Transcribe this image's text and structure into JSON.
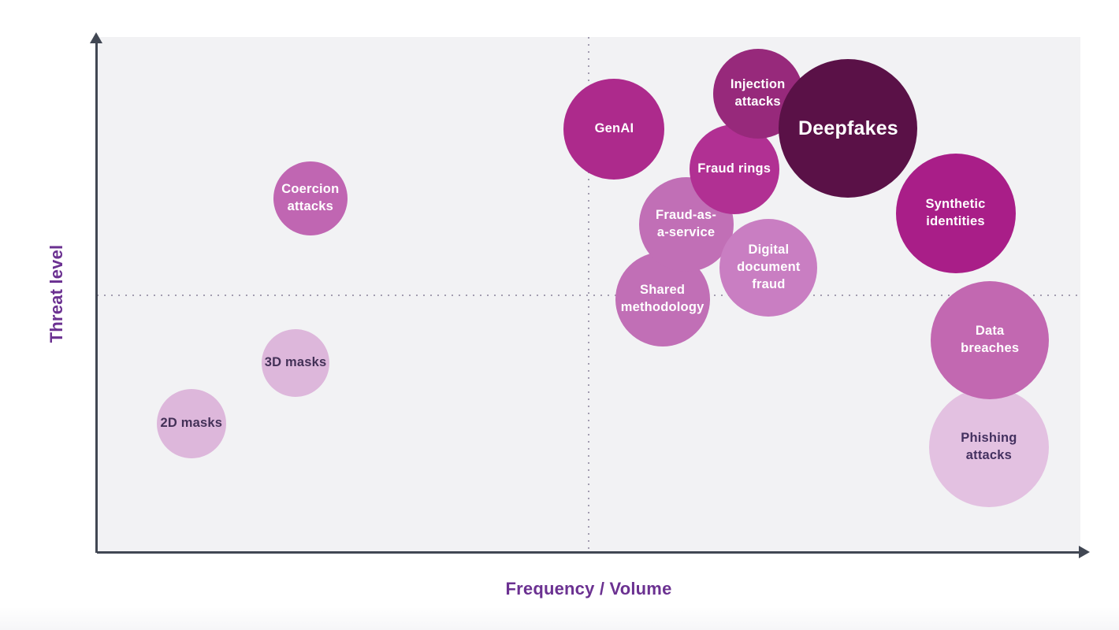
{
  "axes": {
    "y_label": "Threat level",
    "x_label": "Frequency / Volume",
    "label_color": "#6b3191",
    "axis_color": "#414753"
  },
  "quadrant_lines": {
    "dot_color": "#a39db0",
    "x_percent": 50,
    "y_percent": 50
  },
  "plot": {
    "background": "#f2f2f4"
  },
  "chart_data": {
    "type": "scatter",
    "title": "",
    "xlabel": "Frequency / Volume",
    "ylabel": "Threat level",
    "x_range": [
      0,
      100
    ],
    "y_range": [
      0,
      100
    ],
    "legend": "none",
    "grid": "dotted midlines dividing plot into quadrants",
    "points": [
      {
        "label": "Phishing attacks",
        "lines": [
          "Phishing",
          "attacks"
        ],
        "frequency": 90.7,
        "threat": 20.5,
        "radius": 76,
        "color": "#e3c1e1",
        "text_color": "#443160",
        "label_size": "normal"
      },
      {
        "label": "Data breaches",
        "lines": [
          "Data",
          "breaches"
        ],
        "frequency": 90.8,
        "threat": 41.2,
        "radius": 75,
        "color": "#c268b1",
        "text_color": "#ffffff",
        "label_size": "normal"
      },
      {
        "label": "Synthetic identities",
        "lines": [
          "Synthetic",
          "identities"
        ],
        "frequency": 87.3,
        "threat": 65.8,
        "radius": 76,
        "color": "#a91e88",
        "text_color": "#ffffff",
        "label_size": "normal"
      },
      {
        "label": "Shared methodology",
        "lines": [
          "Shared",
          "methodology"
        ],
        "frequency": 57.5,
        "threat": 49.2,
        "radius": 60,
        "color": "#c16fb6",
        "text_color": "#ffffff",
        "label_size": "normal"
      },
      {
        "label": "Fraud-as-a-service",
        "lines": [
          "Fraud-as-",
          "a-service"
        ],
        "frequency": 59.9,
        "threat": 63.7,
        "radius": 60,
        "color": "#c16fb6",
        "text_color": "#ffffff",
        "label_size": "normal"
      },
      {
        "label": "Digital document fraud",
        "lines": [
          "Digital",
          "document",
          "fraud"
        ],
        "frequency": 68.3,
        "threat": 55.3,
        "radius": 62,
        "color": "#c97ec2",
        "text_color": "#ffffff",
        "label_size": "normal"
      },
      {
        "label": "Fraud rings",
        "lines": [
          "Fraud rings"
        ],
        "frequency": 64.8,
        "threat": 74.4,
        "radius": 57,
        "color": "#b13093",
        "text_color": "#ffffff",
        "label_size": "normal"
      },
      {
        "label": "Injection attacks",
        "lines": [
          "Injection",
          "attacks"
        ],
        "frequency": 67.2,
        "threat": 89.0,
        "radius": 57,
        "color": "#97297b",
        "text_color": "#ffffff",
        "label_size": "normal"
      },
      {
        "label": "Deepfakes",
        "lines": [
          "Deepfakes"
        ],
        "frequency": 76.4,
        "threat": 82.3,
        "radius": 88,
        "color": "#5a1147",
        "text_color": "#ffffff",
        "label_size": "large"
      },
      {
        "label": "GenAI",
        "lines": [
          "GenAI"
        ],
        "frequency": 52.6,
        "threat": 82.1,
        "radius": 64,
        "color": "#ad2a8c",
        "text_color": "#ffffff",
        "label_size": "normal"
      },
      {
        "label": "Coercion attacks",
        "lines": [
          "Coercion",
          "attacks"
        ],
        "frequency": 21.7,
        "threat": 68.7,
        "radius": 47,
        "color": "#c066b2",
        "text_color": "#ffffff",
        "label_size": "normal"
      },
      {
        "label": "3D masks",
        "lines": [
          "3D masks"
        ],
        "frequency": 20.2,
        "threat": 36.8,
        "radius": 43,
        "color": "#ddb7db",
        "text_color": "#433157",
        "label_size": "normal"
      },
      {
        "label": "2D masks",
        "lines": [
          "2D masks"
        ],
        "frequency": 9.6,
        "threat": 25.0,
        "radius": 44,
        "color": "#ddb7db",
        "text_color": "#433157",
        "label_size": "normal"
      }
    ]
  }
}
